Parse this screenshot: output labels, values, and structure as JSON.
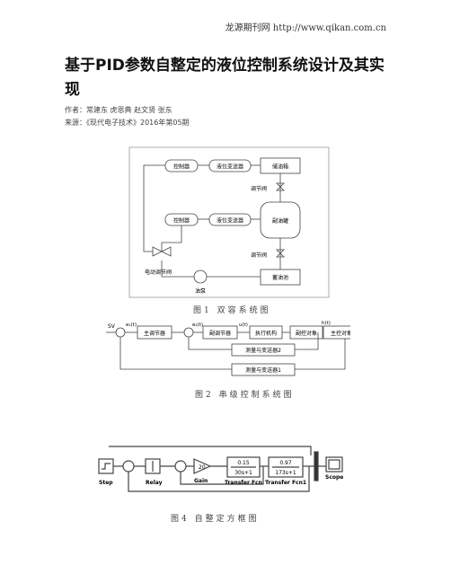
{
  "header": {
    "site": "龙源期刊网 http://www.qikan.com.cn"
  },
  "article": {
    "title": "基于PID参数自整定的液位控制系统设计及其实现",
    "authors": "作者：常建东 虎恩典 赵文贤 张东",
    "source": "来源：《现代电子技术》2016年第05期"
  },
  "figure1": {
    "caption": "图1  双容系统图",
    "labels": {
      "ctrl1": "控制器",
      "trans1": "液位变送器",
      "tank_top": "储油箱",
      "valve1": "调节阀",
      "ctrl2": "控制器",
      "trans2": "液位变送器",
      "tank_mid": "副油罐",
      "valve2": "调节阀",
      "e_valve": "电动调节阀",
      "pump": "油泵",
      "pool": "蓄油池"
    }
  },
  "figure2": {
    "caption": "图2  串级控制系统图",
    "labels": {
      "sv": "SV",
      "e1": "e₁(t)",
      "main_reg": "主调节器",
      "e2": "e₂(t)",
      "sub_reg": "副调节器",
      "u": "u(t)",
      "actuator": "执行机构",
      "sub_obj": "副控对象",
      "h": "h(t)",
      "main_obj": "主控对象",
      "meas2": "测量与变送器2",
      "meas1": "测量与变送器1"
    }
  },
  "figure4": {
    "caption": "图4  自整定方框图",
    "labels": {
      "step": "Step",
      "relay": "Relay",
      "gain": "Gain",
      "gain_val": "20",
      "tf1_num": "0.15",
      "tf1_den": "30s+1",
      "tf1": "Transfer Fcn",
      "tf2_num": "0.97",
      "tf2_den": "173s+1",
      "tf2": "Transfer Fcn1",
      "scope": "Scope"
    }
  }
}
